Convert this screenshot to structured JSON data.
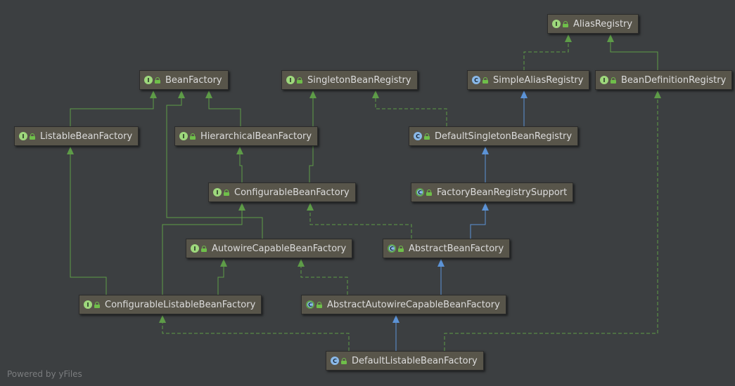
{
  "nodes": {
    "alias_registry": {
      "label": "AliasRegistry",
      "kind": "I"
    },
    "bean_factory": {
      "label": "BeanFactory",
      "kind": "I"
    },
    "singleton_bean_registry": {
      "label": "SingletonBeanRegistry",
      "kind": "I"
    },
    "simple_alias_registry": {
      "label": "SimpleAliasRegistry",
      "kind": "C"
    },
    "bean_definition_registry": {
      "label": "BeanDefinitionRegistry",
      "kind": "I"
    },
    "listable_bean_factory": {
      "label": "ListableBeanFactory",
      "kind": "I"
    },
    "hierarchical_bean_factory": {
      "label": "HierarchicalBeanFactory",
      "kind": "I"
    },
    "default_singleton_bean_registry": {
      "label": "DefaultSingletonBeanRegistry",
      "kind": "C"
    },
    "configurable_bean_factory": {
      "label": "ConfigurableBeanFactory",
      "kind": "I"
    },
    "factory_bean_registry_support": {
      "label": "FactoryBeanRegistrySupport",
      "kind": "C"
    },
    "autowire_capable_bean_factory": {
      "label": "AutowireCapableBeanFactory",
      "kind": "I"
    },
    "abstract_bean_factory": {
      "label": "AbstractBeanFactory",
      "kind": "C"
    },
    "configurable_listable_bean_factory": {
      "label": "ConfigurableListableBeanFactory",
      "kind": "I"
    },
    "abstract_autowire_capable_bean_factory": {
      "label": "AbstractAutowireCapableBeanFactory",
      "kind": "C"
    },
    "default_listable_bean_factory": {
      "label": "DefaultListableBeanFactory",
      "kind": "C"
    }
  },
  "footer": {
    "text": "Powered by yFiles"
  },
  "colors": {
    "background": "#3c3f41",
    "node_fill": "#58554a",
    "interface_edge": "#5e9c48",
    "class_edge": "#5c93d6",
    "interface_badge": "#9ed87c",
    "class_badge": "#8ab9e8",
    "text": "#dcdcdc"
  }
}
